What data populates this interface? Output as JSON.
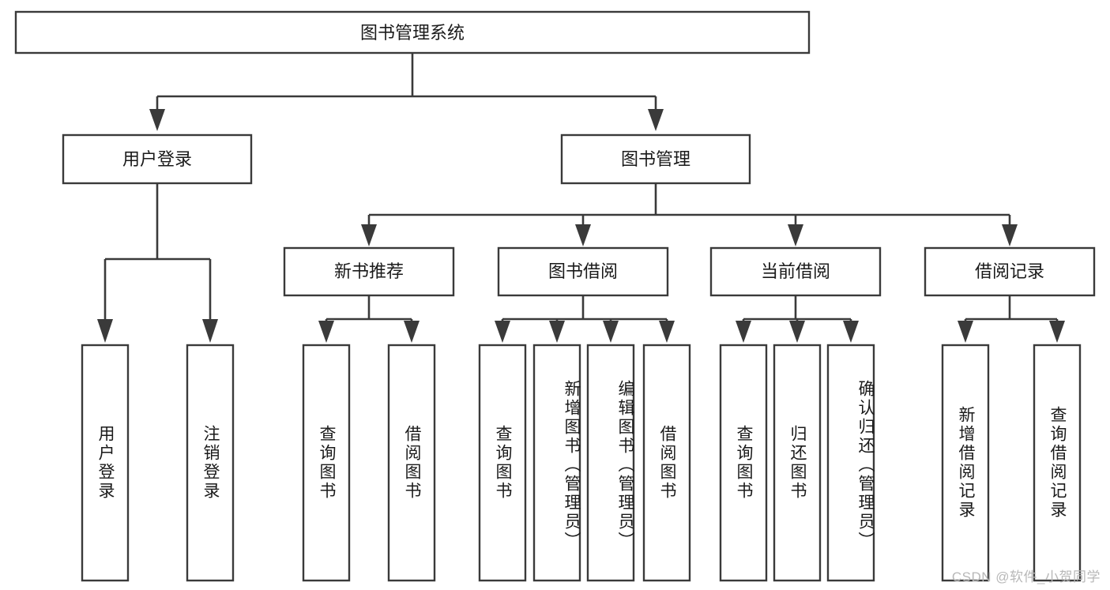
{
  "diagram": {
    "type": "tree",
    "title": "图书管理系统",
    "root": {
      "id": "root",
      "label": "图书管理系统",
      "orientation": "horizontal"
    },
    "level2": [
      {
        "id": "user-login",
        "label": "用户登录",
        "orientation": "horizontal"
      },
      {
        "id": "book-manage",
        "label": "图书管理",
        "orientation": "horizontal"
      }
    ],
    "level3": [
      {
        "id": "new-book-rec",
        "label": "新书推荐",
        "orientation": "horizontal",
        "parent": "book-manage"
      },
      {
        "id": "book-borrow",
        "label": "图书借阅",
        "orientation": "horizontal",
        "parent": "book-manage"
      },
      {
        "id": "current-borrow",
        "label": "当前借阅",
        "orientation": "horizontal",
        "parent": "book-manage"
      },
      {
        "id": "borrow-record",
        "label": "借阅记录",
        "orientation": "horizontal",
        "parent": "book-manage"
      }
    ],
    "leaves": [
      {
        "id": "leaf-user-login",
        "label": "用户登录",
        "orientation": "vertical",
        "parent": "user-login"
      },
      {
        "id": "leaf-logout",
        "label": "注销登录",
        "orientation": "vertical",
        "parent": "user-login"
      },
      {
        "id": "leaf-query-book-1",
        "label": "查询图书",
        "orientation": "vertical",
        "parent": "new-book-rec"
      },
      {
        "id": "leaf-borrow-book-1",
        "label": "借阅图书",
        "orientation": "vertical",
        "parent": "new-book-rec"
      },
      {
        "id": "leaf-query-book-2",
        "label": "查询图书",
        "orientation": "vertical",
        "parent": "book-borrow"
      },
      {
        "id": "leaf-add-book",
        "label": "新增图书（管理员）",
        "orientation": "vertical",
        "parent": "book-borrow"
      },
      {
        "id": "leaf-edit-book",
        "label": "编辑图书（管理员）",
        "orientation": "vertical",
        "parent": "book-borrow"
      },
      {
        "id": "leaf-borrow-book-2",
        "label": "借阅图书",
        "orientation": "vertical",
        "parent": "book-borrow"
      },
      {
        "id": "leaf-query-book-3",
        "label": "查询图书",
        "orientation": "vertical",
        "parent": "current-borrow"
      },
      {
        "id": "leaf-return-book",
        "label": "归还图书",
        "orientation": "vertical",
        "parent": "current-borrow"
      },
      {
        "id": "leaf-confirm-return",
        "label": "确认归还（管理员）",
        "orientation": "vertical",
        "parent": "current-borrow"
      },
      {
        "id": "leaf-add-record",
        "label": "新增借阅记录",
        "orientation": "vertical",
        "parent": "borrow-record"
      },
      {
        "id": "leaf-query-record",
        "label": "查询借阅记录",
        "orientation": "vertical",
        "parent": "borrow-record"
      }
    ],
    "colors": {
      "stroke": "#3a3a3a",
      "box_fill": "#ffffff",
      "text": "#1a1a1a",
      "background": "#ffffff",
      "watermark": "#b8b8b8"
    }
  },
  "watermark": {
    "text": "CSDN @软件_小贺同学"
  }
}
